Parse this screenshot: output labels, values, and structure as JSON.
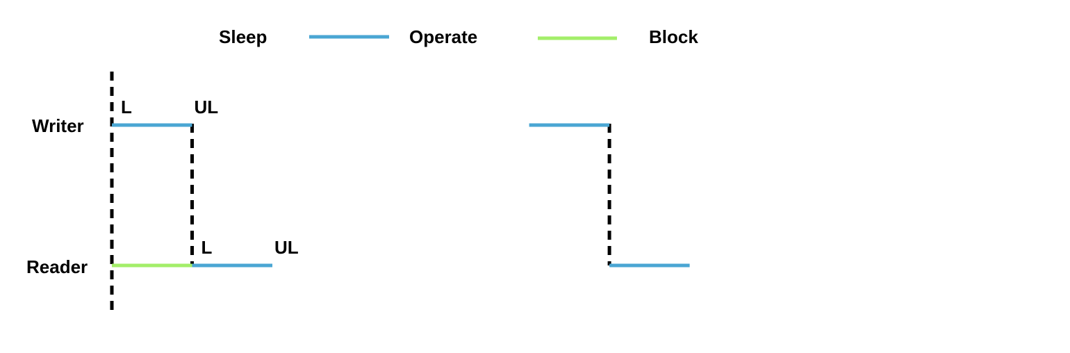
{
  "colors": {
    "sleep": "#e0402d",
    "operate": "#4aa6d3",
    "block": "#a3ee6a",
    "text": "#000000"
  },
  "legend": {
    "sleep_label": "Sleep",
    "operate_label": "Operate",
    "block_label": "Block"
  },
  "lanes": {
    "writer": {
      "label": "Writer",
      "segments": [
        {
          "state": "operate",
          "start": 0,
          "end": 1
        },
        {
          "state": "sleep",
          "start": 1,
          "end": 5.2
        },
        {
          "state": "operate",
          "start": 5.2,
          "end": 6.2
        },
        {
          "state": "sleep",
          "start": 6.2,
          "end": 10.4
        }
      ],
      "events": [
        {
          "label": "L",
          "at": 0
        },
        {
          "label": "UL",
          "at": 1
        }
      ]
    },
    "reader": {
      "label": "Reader",
      "segments": [
        {
          "state": "block",
          "start": 0,
          "end": 1
        },
        {
          "state": "operate",
          "start": 1,
          "end": 2
        },
        {
          "state": "sleep",
          "start": 2,
          "end": 6.2
        },
        {
          "state": "operate",
          "start": 6.2,
          "end": 7.2
        },
        {
          "state": "sleep",
          "start": 7.2,
          "end": 11.4
        }
      ],
      "events": [
        {
          "label": "L",
          "at": 1
        },
        {
          "label": "UL",
          "at": 2
        }
      ]
    }
  },
  "sync_points": [
    0,
    1,
    6.2
  ]
}
